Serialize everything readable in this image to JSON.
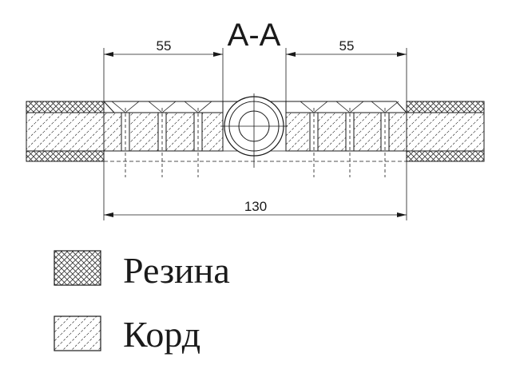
{
  "section_label": "А-А",
  "dimensions": {
    "left_width": "55",
    "right_width": "55",
    "total_width": "130"
  },
  "legend": {
    "rubber": {
      "label": "Резина",
      "pattern": "crosshatch"
    },
    "cord": {
      "label": "Корд",
      "pattern": "diagonal-dashed"
    }
  },
  "colors": {
    "line": "#1a1a1a",
    "hatch": "#333333"
  }
}
